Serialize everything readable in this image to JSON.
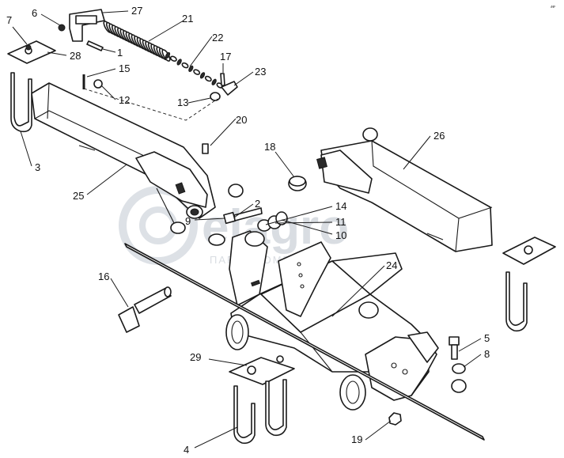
{
  "watermark": {
    "brand": "elagro",
    "tagline": "ПАРТЬ КОМПАНИЙ",
    "corner_mark": "𝓌"
  },
  "callouts": [
    {
      "id": "c1",
      "label": "1"
    },
    {
      "id": "c2",
      "label": "2"
    },
    {
      "id": "c3",
      "label": "3"
    },
    {
      "id": "c4",
      "label": "4"
    },
    {
      "id": "c5",
      "label": "5"
    },
    {
      "id": "c6",
      "label": "6"
    },
    {
      "id": "c7",
      "label": "7"
    },
    {
      "id": "c8",
      "label": "8"
    },
    {
      "id": "c9",
      "label": "9"
    },
    {
      "id": "c10",
      "label": "10"
    },
    {
      "id": "c11",
      "label": "11"
    },
    {
      "id": "c12",
      "label": "12"
    },
    {
      "id": "c13",
      "label": "13"
    },
    {
      "id": "c14",
      "label": "14"
    },
    {
      "id": "c15",
      "label": "15"
    },
    {
      "id": "c16",
      "label": "16"
    },
    {
      "id": "c17",
      "label": "17"
    },
    {
      "id": "c19",
      "label": "19"
    },
    {
      "id": "c18",
      "label": "18"
    },
    {
      "id": "c20",
      "label": "20"
    },
    {
      "id": "c21",
      "label": "21"
    },
    {
      "id": "c22",
      "label": "22"
    },
    {
      "id": "c23",
      "label": "23"
    },
    {
      "id": "c24",
      "label": "24"
    },
    {
      "id": "c25",
      "label": "25"
    },
    {
      "id": "c26",
      "label": "26"
    },
    {
      "id": "c27",
      "label": "27"
    },
    {
      "id": "c28",
      "label": "28"
    },
    {
      "id": "c29",
      "label": "29"
    }
  ]
}
